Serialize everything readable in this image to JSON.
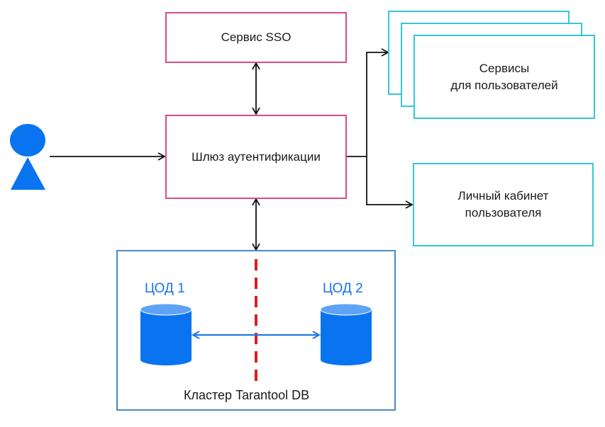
{
  "diagram": {
    "user": {
      "icon": "person-icon",
      "color": "#0a74f0"
    },
    "sso_service": {
      "label": "Сервис SSO"
    },
    "auth_gateway": {
      "label": "Шлюз аутентификации"
    },
    "user_services": {
      "line1": "Сервисы",
      "line2": "для пользователей"
    },
    "personal_account": {
      "line1": "Личный кабинет",
      "line2": "пользователя"
    },
    "cluster": {
      "label": "Кластер Tarantool DB",
      "dc1": {
        "label": "ЦОД 1",
        "icon": "database-icon"
      },
      "dc2": {
        "label": "ЦОД 2",
        "icon": "database-icon"
      }
    },
    "colors": {
      "gateway_border": "#d94b88",
      "service_border": "#33c7d6",
      "cluster_border": "#4a8ac4",
      "db_fill": "#0a74f0",
      "db_top": "#5fa3f5",
      "divider": "#d91f1f",
      "arrow": "#111111",
      "replication_arrow": "#1f7ae0"
    },
    "edges": [
      {
        "from": "user",
        "to": "auth_gateway",
        "type": "one-way"
      },
      {
        "from": "auth_gateway",
        "to": "sso_service",
        "type": "two-way"
      },
      {
        "from": "auth_gateway",
        "to": "user_services",
        "type": "one-way"
      },
      {
        "from": "auth_gateway",
        "to": "personal_account",
        "type": "one-way"
      },
      {
        "from": "auth_gateway",
        "to": "cluster",
        "type": "two-way"
      },
      {
        "from": "dc1",
        "to": "dc2",
        "type": "two-way"
      }
    ]
  }
}
